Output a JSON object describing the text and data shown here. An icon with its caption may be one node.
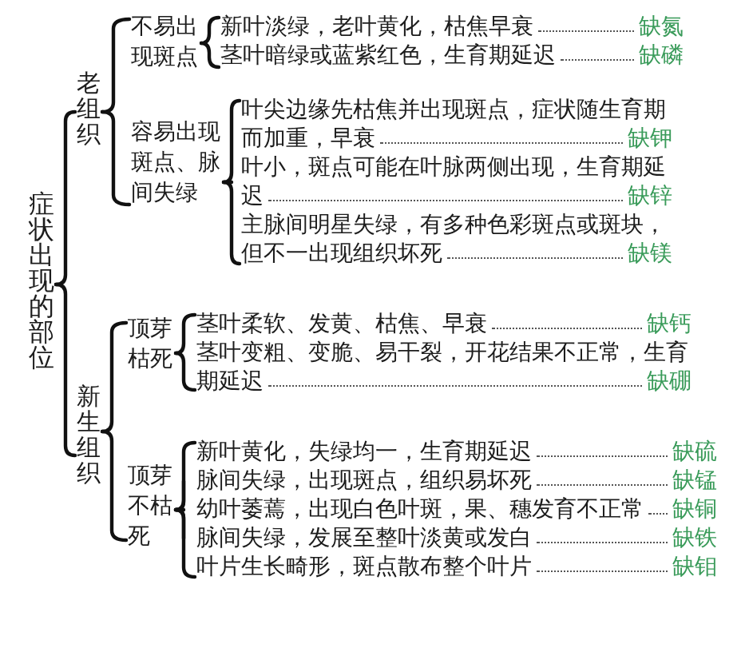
{
  "diagram": {
    "nodes": [
      {
        "text": [
          "症状出现的部位"
        ]
      },
      {
        "text": [
          "老组织"
        ]
      },
      {
        "text": [
          "不易出现斑点"
        ]
      },
      {
        "text": [
          "新叶淡绿，老叶黄化，枯焦早衰",
          "缺氮"
        ]
      },
      {
        "text": [
          "茎叶暗绿或蓝紫红色，生育期延迟",
          "缺磷"
        ]
      },
      {
        "text": [
          "容易出现斑点、脉间失绿"
        ]
      },
      {
        "text": [
          "叶尖边缘先枯焦并出现斑点，症状随生育期而加重，早衰",
          "缺钾"
        ]
      },
      {
        "text": [
          "叶小，斑点可能在叶脉两侧出现，生育期延迟",
          "缺锌"
        ]
      },
      {
        "text": [
          "主脉间明星失绿，有多种色彩斑点或斑块，但不一出现组织坏死",
          "缺镁"
        ]
      },
      {
        "text": [
          "新生组织"
        ]
      },
      {
        "text": [
          "顶芽枯死"
        ]
      },
      {
        "text": [
          "茎叶柔软、发黄、枯焦、早衰",
          "缺钙"
        ]
      },
      {
        "text": [
          "茎叶变粗、变脆、易干裂，开花结果不正常，生育期延迟",
          "缺硼"
        ]
      },
      {
        "text": [
          "顶芽不枯死"
        ]
      },
      {
        "text": [
          "新叶黄化，失绿均一，生育期延迟",
          "缺硫"
        ]
      },
      {
        "text": [
          "脉间失绿，出现斑点，组织易坏死",
          "缺锰"
        ]
      },
      {
        "text": [
          "幼叶萎蔫，出现白色叶斑，果、穗发育不正常",
          "缺铜"
        ]
      },
      {
        "text": [
          "脉间失绿，发展至整叶淡黄或发白",
          "缺铁"
        ]
      },
      {
        "text": [
          "叶片生长畸形，斑点散布整个叶片",
          "缺钼"
        ]
      }
    ],
    "edges": [
      {
        "from": 0,
        "to": 1,
        "arrow": "none"
      },
      {
        "from": 0,
        "to": 9,
        "arrow": "none"
      },
      {
        "from": 1,
        "to": 2,
        "arrow": "none"
      },
      {
        "from": 1,
        "to": 5,
        "arrow": "none"
      },
      {
        "from": 2,
        "to": 3,
        "arrow": "none"
      },
      {
        "from": 2,
        "to": 4,
        "arrow": "none"
      },
      {
        "from": 5,
        "to": 6,
        "arrow": "none"
      },
      {
        "from": 5,
        "to": 7,
        "arrow": "none"
      },
      {
        "from": 5,
        "to": 8,
        "arrow": "none"
      },
      {
        "from": 9,
        "to": 10,
        "arrow": "none"
      },
      {
        "from": 9,
        "to": 13,
        "arrow": "none"
      },
      {
        "from": 10,
        "to": 11,
        "arrow": "none"
      },
      {
        "from": 10,
        "to": 12,
        "arrow": "none"
      },
      {
        "from": 13,
        "to": 14,
        "arrow": "none"
      },
      {
        "from": 13,
        "to": 15,
        "arrow": "none"
      },
      {
        "from": 13,
        "to": 16,
        "arrow": "none"
      },
      {
        "from": 13,
        "to": 17,
        "arrow": "none"
      },
      {
        "from": 13,
        "to": 18,
        "arrow": "none"
      }
    ]
  }
}
